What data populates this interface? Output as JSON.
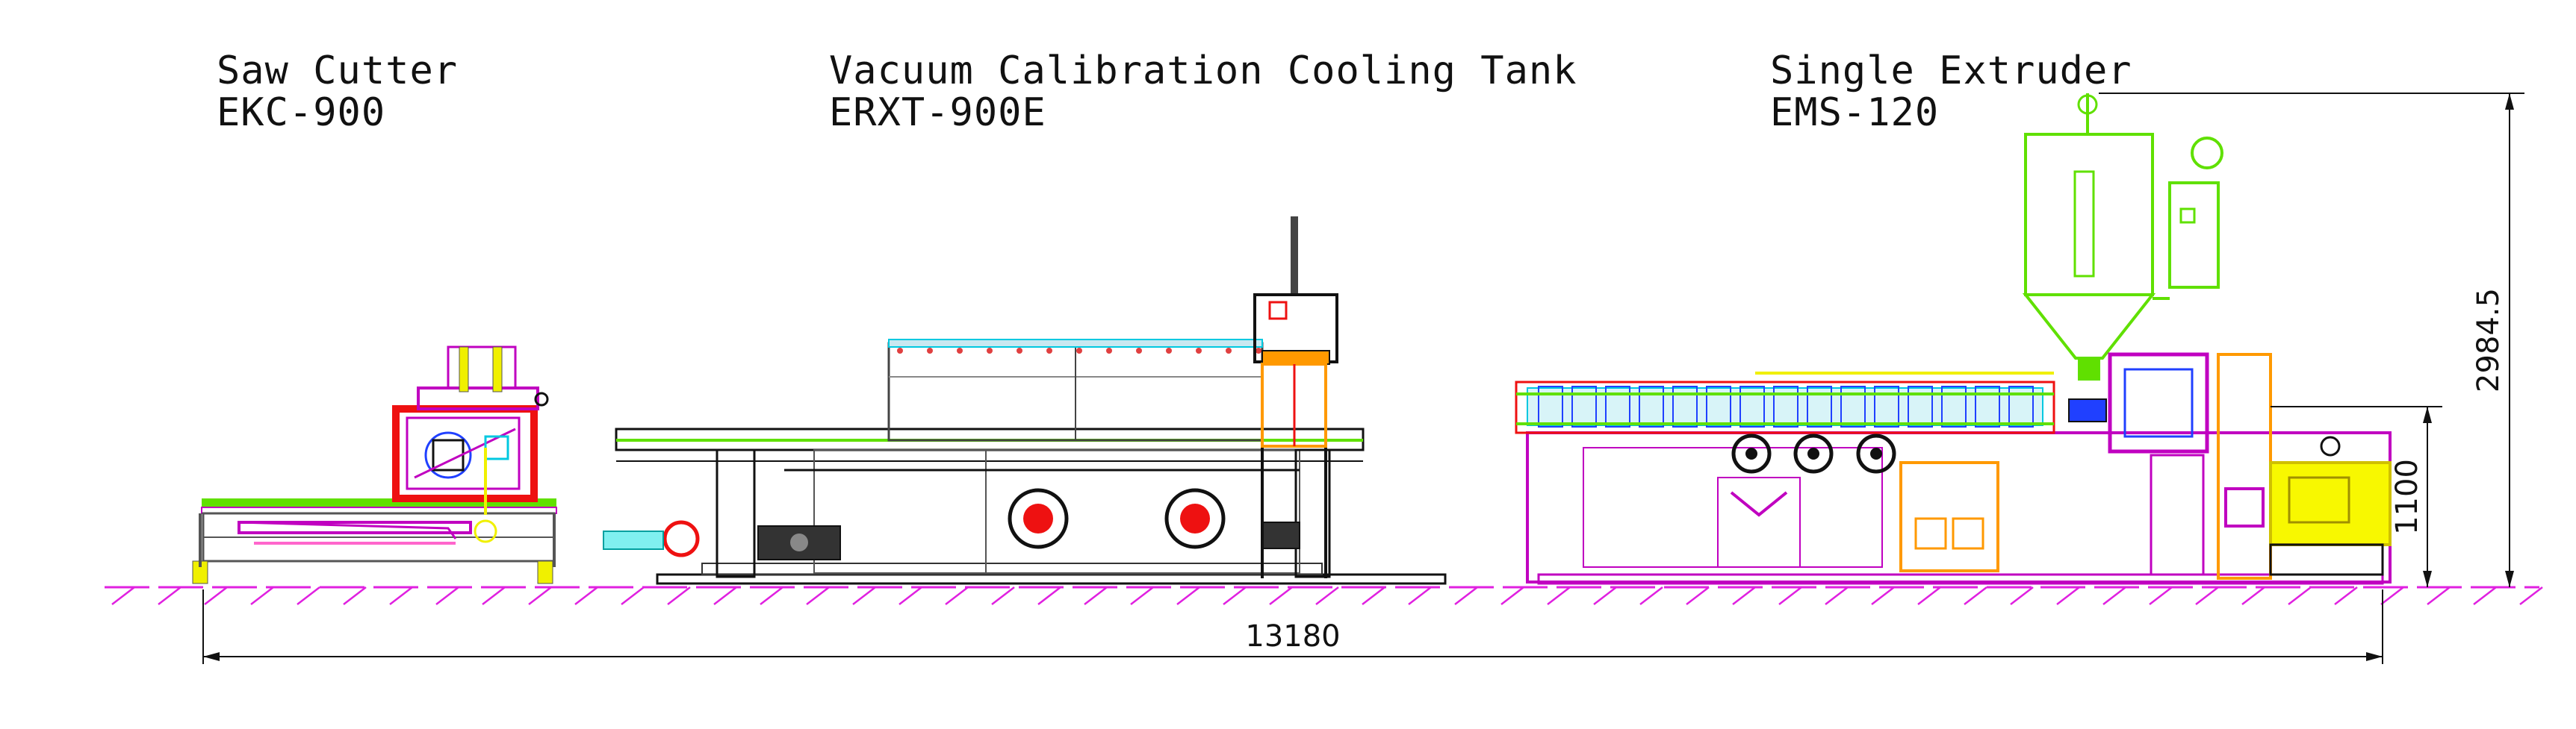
{
  "machines": [
    {
      "name": "Saw Cutter",
      "model": "EKC-900"
    },
    {
      "name": "Vacuum Calibration Cooling Tank",
      "model": "ERXT-900E"
    },
    {
      "name": "Single Extruder",
      "model": "EMS-120"
    }
  ],
  "dimensions": {
    "overall_length": "13180",
    "total_height": "2984.5",
    "center_height": "1100"
  },
  "colors": {
    "ink": "#111111",
    "magenta": "#c000c0",
    "hatch": "#e020e0",
    "green": "#60e000",
    "yellow": "#f0f000",
    "red": "#ee1111",
    "cyan": "#00c8e0",
    "blue": "#2040ff",
    "orange": "#ff9900"
  }
}
